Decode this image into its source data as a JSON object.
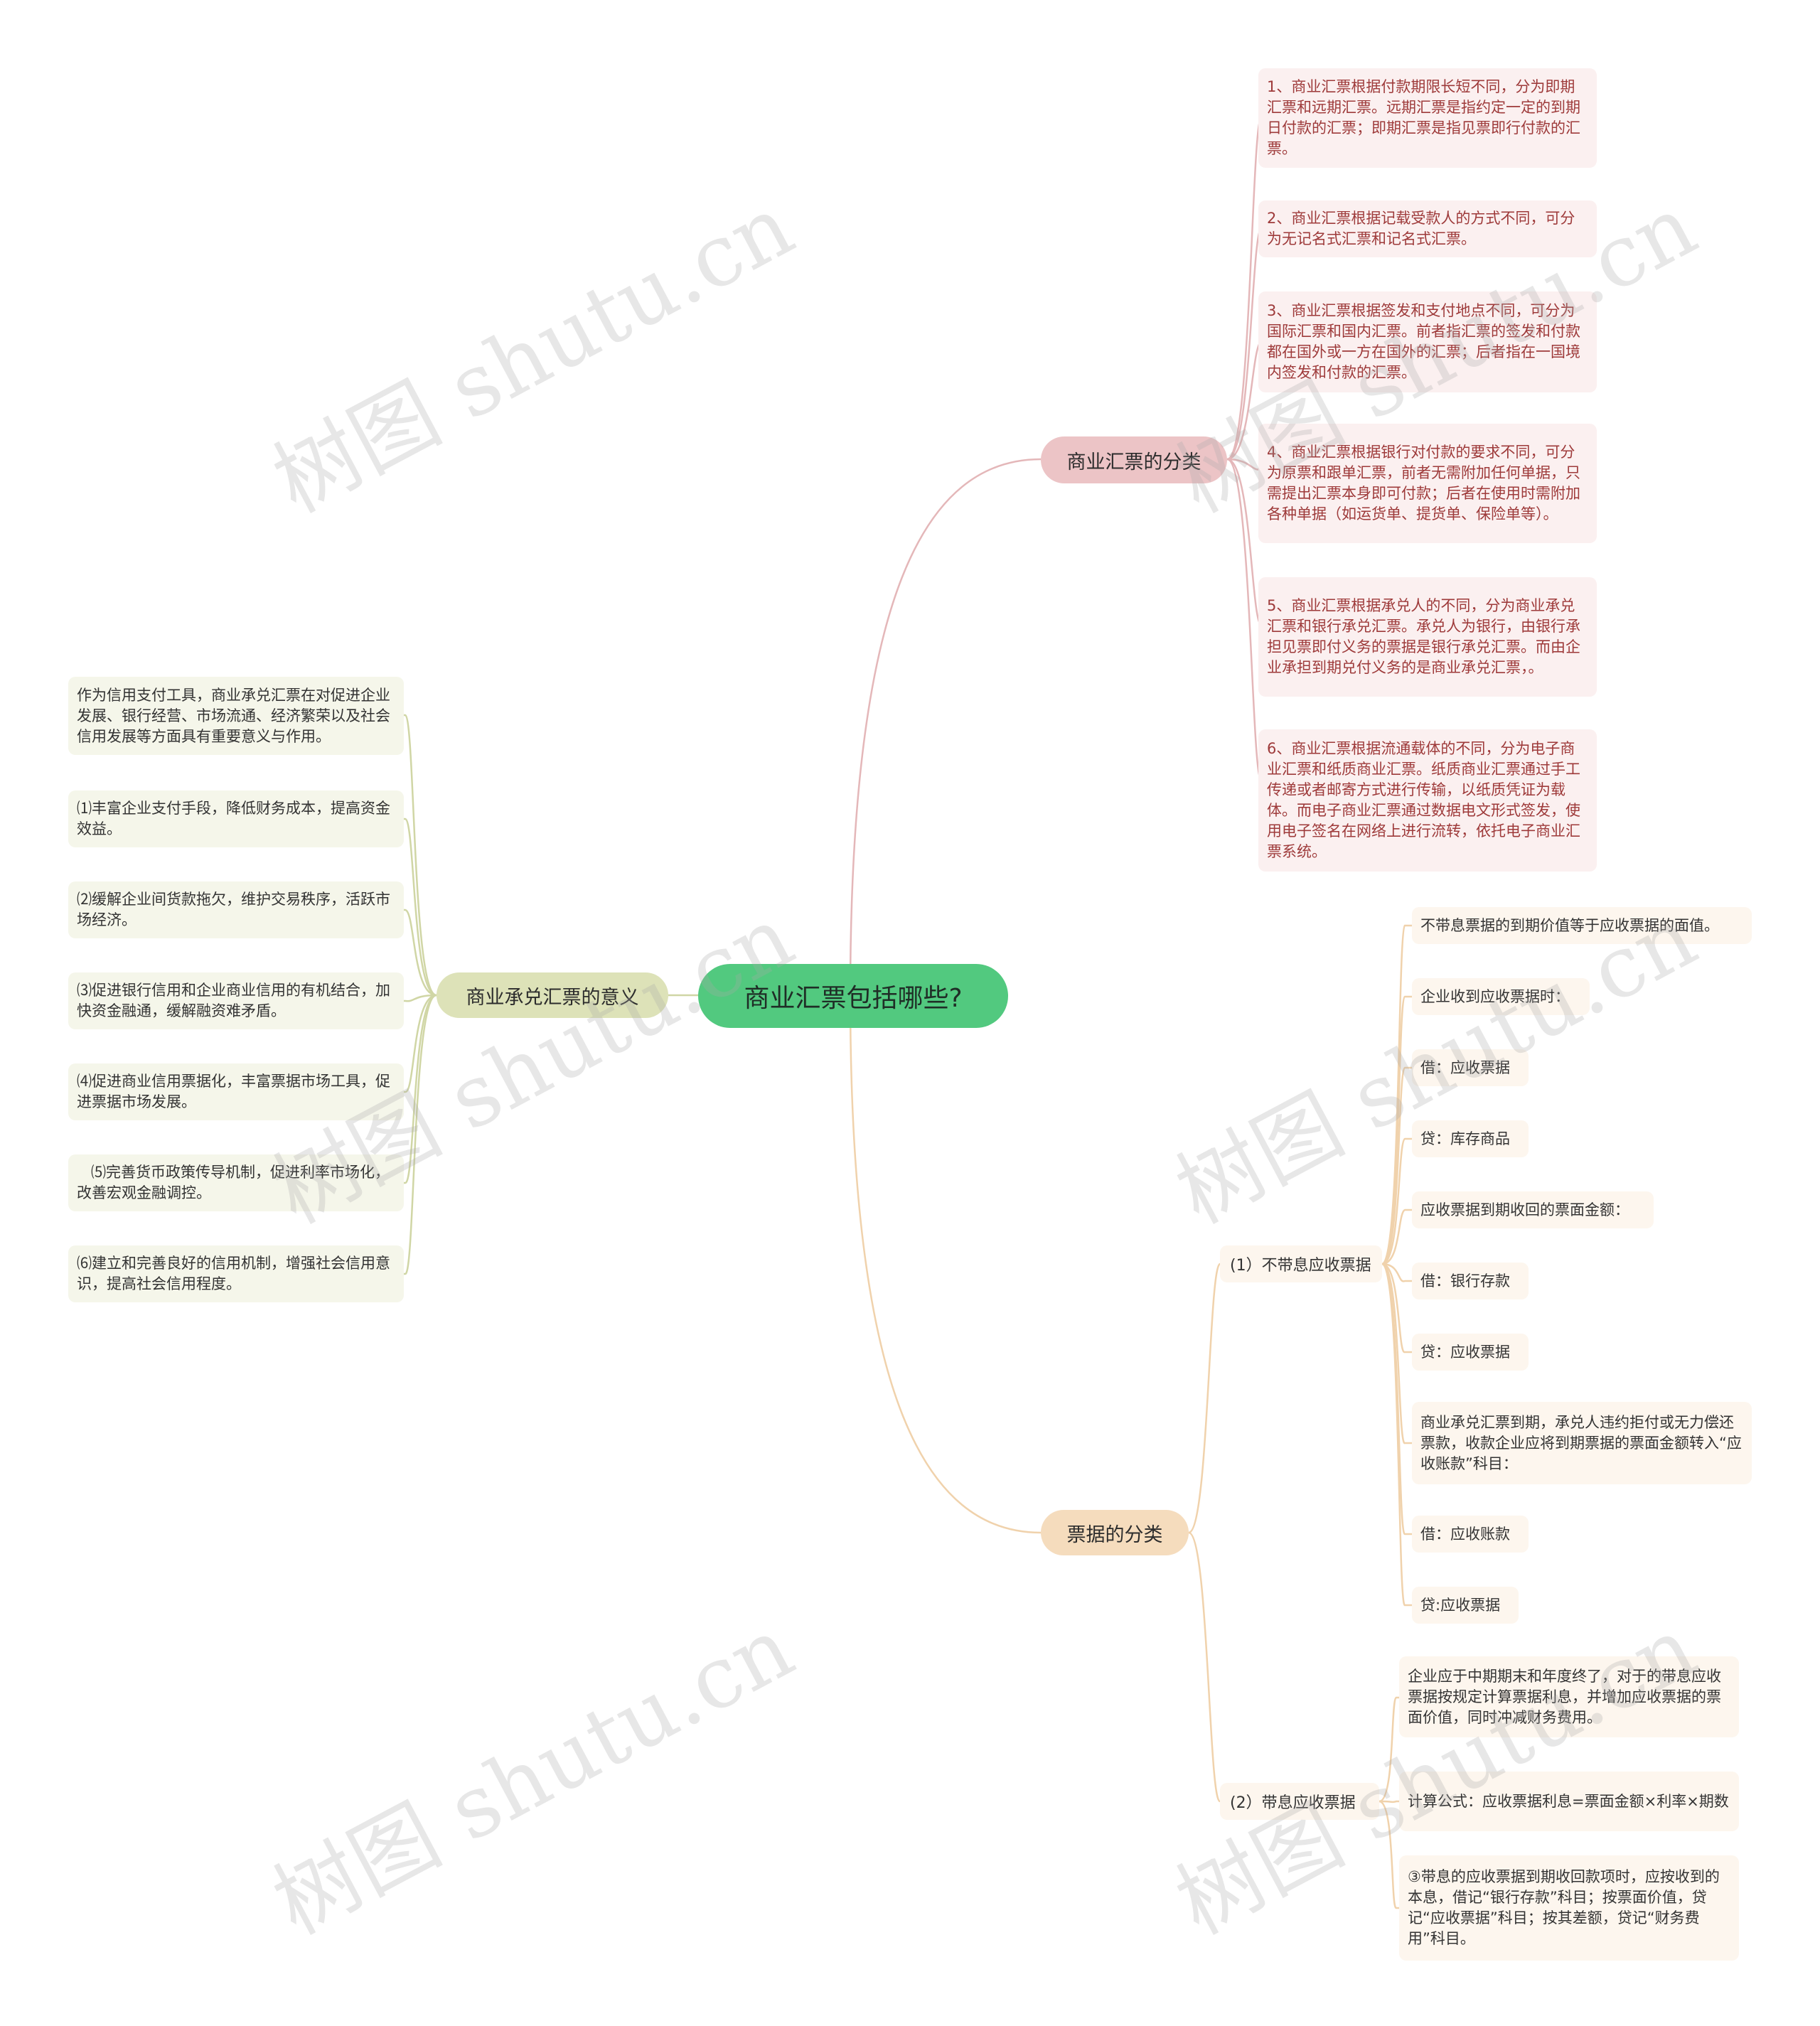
{
  "root": {
    "label": "商业汇票包括哪些?"
  },
  "branches": {
    "classification": {
      "label": "商业汇票的分类",
      "items": [
        "1、商业汇票根据付款期限长短不同，分为即期汇票和远期汇票。远期汇票是指约定一定的到期日付款的汇票；即期汇票是指见票即行付款的汇票。",
        "2、商业汇票根据记载受款人的方式不同，可分为无记名式汇票和记名式汇票。",
        "3、商业汇票根据签发和支付地点不同，可分为国际汇票和国内汇票。前者指汇票的签发和付款都在国外或一方在国外的汇票；后者指在一国境内签发和付款的汇票。",
        "4、商业汇票根据银行对付款的要求不同，可分为原票和跟单汇票，前者无需附加任何单据，只需提出汇票本身即可付款；后者在使用时需附加各种单据（如运货单、提货单、保险单等）。",
        "5、商业汇票根据承兑人的不同，分为商业承兑汇票和银行承兑汇票。承兑人为银行，由银行承担见票即付义务的票据是银行承兑汇票。而由企业承担到期兑付义务的是商业承兑汇票，。",
        "6、商业汇票根据流通载体的不同，分为电子商业汇票和纸质商业汇票。纸质商业汇票通过手工传递或者邮寄方式进行传输，以纸质凭证为载体。而电子商业汇票通过数据电文形式签发，使用电子签名在网络上进行流转，依托电子商业汇票系统。"
      ]
    },
    "bills": {
      "label": "票据的分类",
      "non_interest": {
        "label": "(1）不带息应收票据",
        "items": [
          "不带息票据的到期价值等于应收票据的面值。",
          "企业收到应收票据时：",
          "借：应收票据",
          "贷：库存商品",
          "应收票据到期收回的票面金额：",
          "借：银行存款",
          "贷：应收票据",
          "商业承兑汇票到期，承兑人违约拒付或无力偿还票款，收款企业应将到期票据的票面金额转入“应收账款”科目：",
          "借：应收账款",
          "贷:应收票据"
        ]
      },
      "interest": {
        "label": "(2）带息应收票据",
        "items": [
          "企业应于中期期末和年度终了，对于的带息应收票据按规定计算票据利息，并增加应收票据的票面价值，同时冲减财务费用。",
          "计算公式：应收票据利息=票面金额×利率×期数",
          "③带息的应收票据到期收回款项时，应按收到的本息，借记“银行存款”科目；按票面价值，贷记“应收票据”科目；按其差额，贷记“财务费用”科目。"
        ]
      }
    },
    "significance": {
      "label": "商业承兑汇票的意义",
      "items": [
        "作为信用支付工具，商业承兑汇票在对促进企业发展、银行经营、市场流通、经济繁荣以及社会信用发展等方面具有重要意义与作用。",
        "⑴丰富企业支付手段，降低财务成本，提高资金效益。",
        "⑵缓解企业间货款拖欠，维护交易秩序，活跃市场经济。",
        "⑶促进银行信用和企业商业信用的有机结合，加快资金融通，缓解融资难矛盾。",
        "⑷促进商业信用票据化，丰富票据市场工具，促进票据市场发展。",
        "   ⑸完善货币政策传导机制，促进利率市场化，改善宏观金融调控。",
        "⑹建立和完善良好的信用机制，增强社会信用意识，提高社会信用程度。"
      ]
    }
  },
  "watermark": "树图 shutu.cn",
  "colors": {
    "root": "#52c97f",
    "red_branch": "#ecc4c6",
    "orange_branch": "#f5dcbd",
    "green_branch": "#dde2b8",
    "red_text": "#9e3a3a"
  }
}
